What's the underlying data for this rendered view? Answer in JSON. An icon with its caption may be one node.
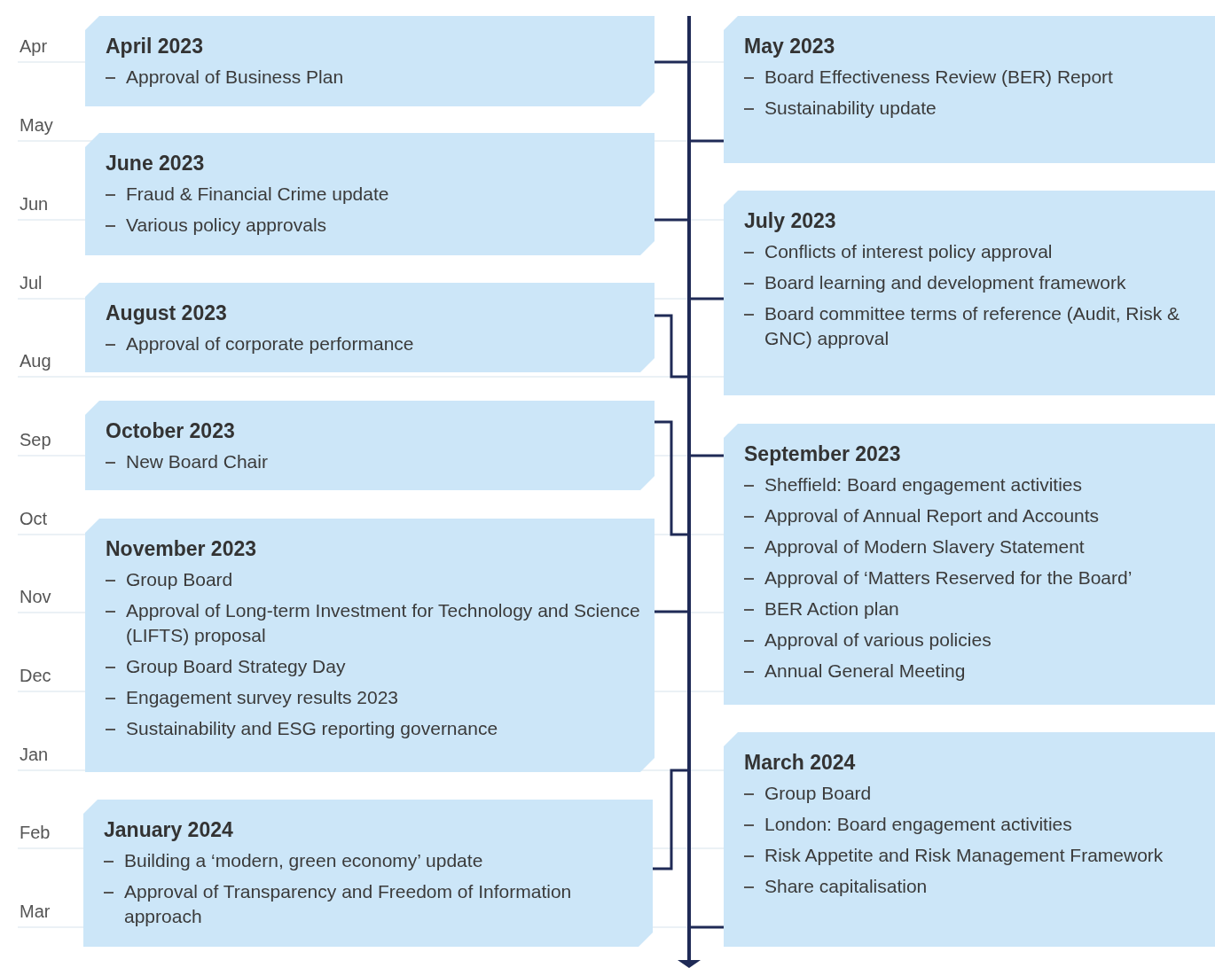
{
  "diagram": {
    "nodes": [
      {
        "text": [],
        "shape": "bar"
      },
      {
        "text": [
          "April 2023",
          "Approval of Business Plan"
        ]
      },
      {
        "text": [
          "May 2023",
          "Board Effectiveness Review (BER) Report",
          "Sustainability update"
        ]
      },
      {
        "text": [
          "June 2023",
          "Fraud & Financial Crime update",
          "Various policy approvals"
        ]
      },
      {
        "text": [
          "July 2023",
          "Conflicts of interest policy approval",
          "Board learning and development framework",
          "Board committee terms of reference (Audit, Risk & GNC) approval"
        ]
      },
      {
        "text": [
          "August 2023",
          "Approval of corporate performance"
        ]
      },
      {
        "text": [
          "October 2023",
          "New Board Chair"
        ]
      },
      {
        "text": [
          "September 2023",
          "Sheffield: Board engagement activities",
          "Approval of Annual Report and Accounts",
          "Approval of Modern Slavery Statement",
          "Approval of ‘Matters Reserved for the Board’",
          "BER Action plan",
          "Approval of various policies",
          "Annual General Meeting"
        ]
      },
      {
        "text": [
          "November 2023",
          "Group Board",
          "Approval of Long-term Investment for Technology and Science (LIFTS) proposal",
          "Group Board Strategy Day",
          "Engagement survey results 2023",
          "Sustainability and ESG reporting governance"
        ]
      },
      {
        "text": [
          "March 2024",
          "Group Board",
          "London: Board engagement activities",
          "Risk Appetite and Risk Management Framework",
          "Share capitalisation"
        ]
      },
      {
        "text": [
          "January 2024",
          "Building a ‘modern, green economy’ update",
          "Approval of Transparency and Freedom of Information approach"
        ]
      }
    ],
    "edges": [
      {
        "from": 1,
        "to": 0,
        "arrow": "none"
      },
      {
        "from": 2,
        "to": 0,
        "arrow": "none"
      },
      {
        "from": 3,
        "to": 0,
        "arrow": "none"
      },
      {
        "from": 4,
        "to": 0,
        "arrow": "none"
      },
      {
        "from": 5,
        "to": 0,
        "arrow": "none"
      },
      {
        "from": 6,
        "to": 0,
        "arrow": "none"
      },
      {
        "from": 7,
        "to": 0,
        "arrow": "none"
      },
      {
        "from": 8,
        "to": 0,
        "arrow": "none"
      },
      {
        "from": 9,
        "to": 0,
        "arrow": "none"
      },
      {
        "from": 10,
        "to": 0,
        "arrow": "none"
      }
    ],
    "labels": [
      "Apr",
      "May",
      "Jun",
      "Jul",
      "Aug",
      "Sep",
      "Oct",
      "Nov",
      "Dec",
      "Jan",
      "Feb",
      "Mar"
    ]
  }
}
